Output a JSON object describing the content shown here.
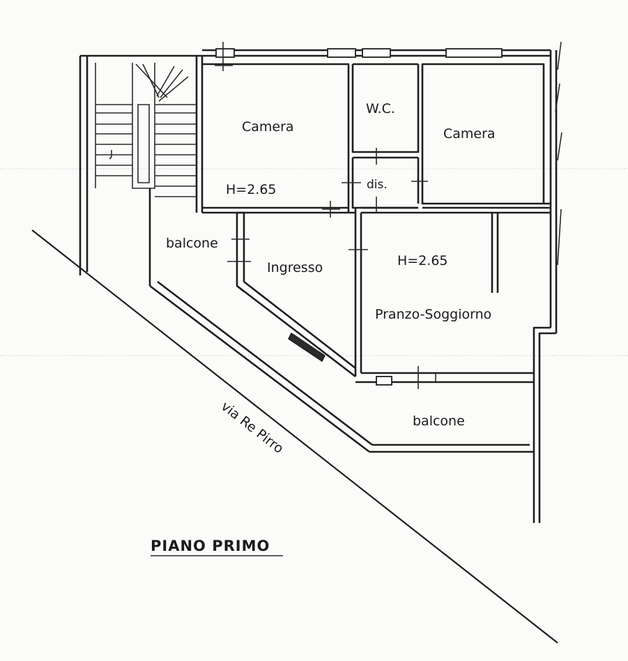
{
  "rooms": {
    "camera_left": "Camera",
    "wc": "W.C.",
    "camera_right": "Camera",
    "height_left": "H=2.65",
    "dis": "dis.",
    "balcone_left": "balcone",
    "ingresso": "Ingresso",
    "height_right": "H=2.65",
    "pranzo": "Pranzo-Soggiorno",
    "balcone_bottom": "balcone"
  },
  "street": "via Re Pirro",
  "floor_title": "PIANO PRIMO"
}
